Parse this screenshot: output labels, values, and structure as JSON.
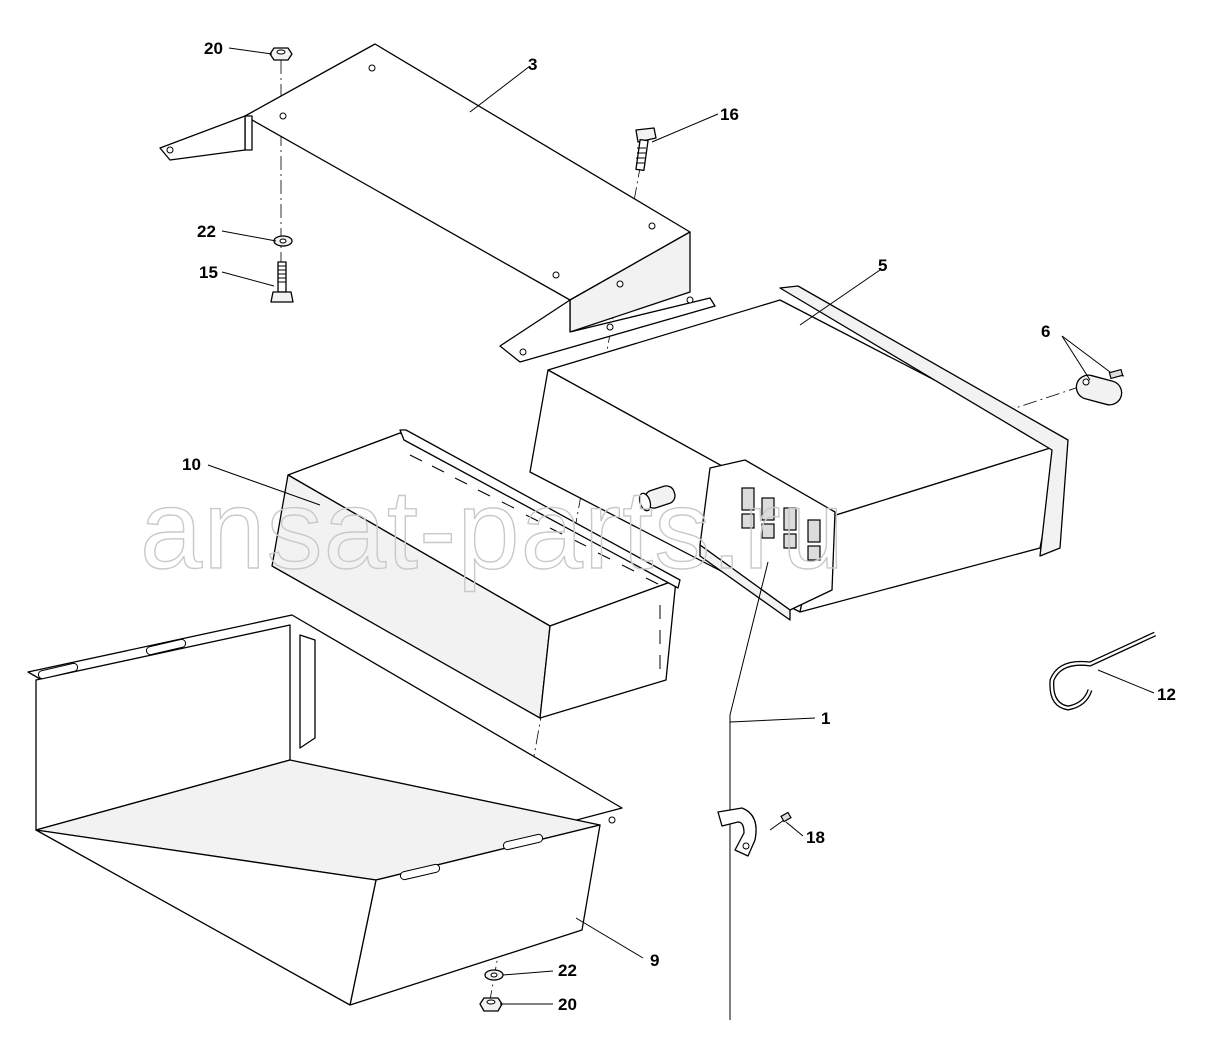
{
  "watermark": "ansat-parts.ru",
  "callouts": {
    "c1": "1",
    "c3": "3",
    "c5": "5",
    "c6": "6",
    "c9": "9",
    "c10": "10",
    "c12": "12",
    "c15": "15",
    "c16": "16",
    "c18": "18",
    "c20_top": "20",
    "c20_bottom": "20",
    "c22_top": "22",
    "c22_bottom": "22"
  }
}
